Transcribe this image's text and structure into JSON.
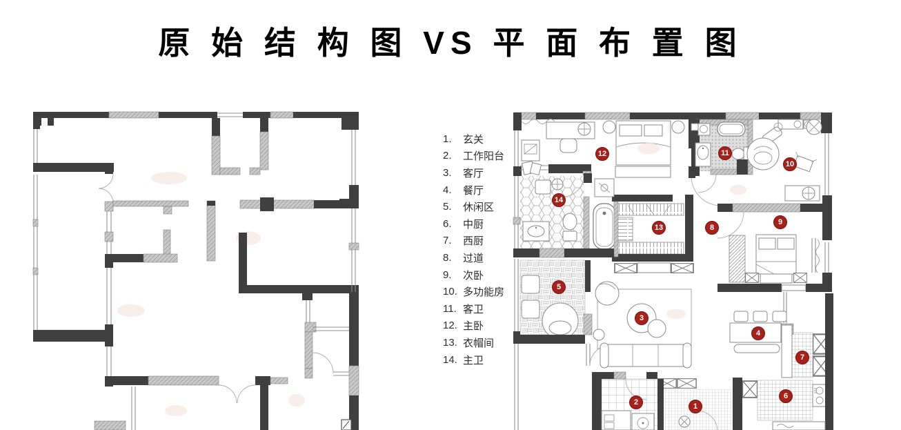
{
  "title": "原 始 结 构 图 VS 平 面 布 置 图",
  "legend": {
    "items": [
      {
        "num": "1.",
        "label": "玄关"
      },
      {
        "num": "2.",
        "label": "工作阳台"
      },
      {
        "num": "3.",
        "label": "客厅"
      },
      {
        "num": "4.",
        "label": "餐厅"
      },
      {
        "num": "5.",
        "label": "休闲区"
      },
      {
        "num": "6.",
        "label": "中厨"
      },
      {
        "num": "7.",
        "label": "西厨"
      },
      {
        "num": "8.",
        "label": "过道"
      },
      {
        "num": "9.",
        "label": "次卧"
      },
      {
        "num": "10.",
        "label": "多功能房"
      },
      {
        "num": "11.",
        "label": "客卫"
      },
      {
        "num": "12.",
        "label": "主卧"
      },
      {
        "num": "13.",
        "label": "衣帽间"
      },
      {
        "num": "14.",
        "label": "主卫"
      }
    ]
  },
  "markers": [
    "1",
    "2",
    "3",
    "4",
    "5",
    "6",
    "7",
    "8",
    "9",
    "10",
    "11",
    "12",
    "13",
    "14"
  ],
  "colors": {
    "marker_red": "#a8201a",
    "wall_dark": "#3f3f3f",
    "wall_gray_hatch": "#c6c6c6",
    "line_gray": "#8f8f8f"
  }
}
